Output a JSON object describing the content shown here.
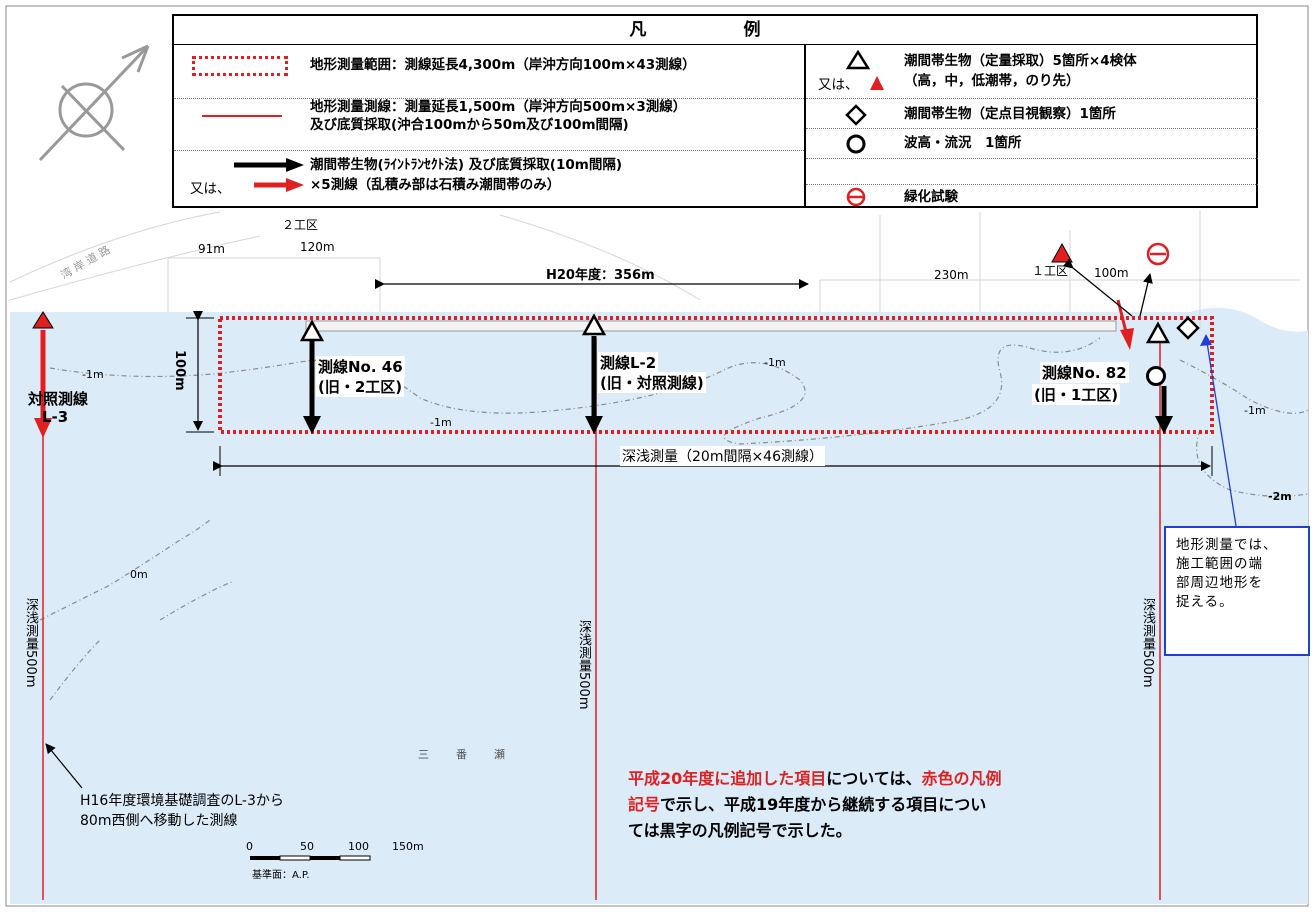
{
  "legend": {
    "title": "凡　例",
    "survey_area": "地形測量範囲：測線延長4,300m（岸沖方向100m×43測線）",
    "survey_line_1": "地形測量測線：測量延長1,500m（岸沖方向500m×3測線）",
    "survey_line_2": "及び底質採取(沖合100mから50m及び100m間隔)",
    "transect_1": "潮間帯生物(ﾗｲﾝﾄﾗﾝｾｸﾄ法) 及び底質採取(10m間隔)",
    "transect_or": "又は、",
    "transect_2": "×5測線（乱積み部は石積み潮間帯のみ）",
    "quant_1": "潮間帯生物（定量採取）5箇所×4検体",
    "quant_or": "又は、",
    "quant_2": "（高，中，低潮帯，のり先）",
    "fixed_point": "潮間帯生物（定点目視観察）1箇所",
    "wave": "波高・流況　1箇所",
    "greening": "緑化試験"
  },
  "map": {
    "zone2": "２工区",
    "zone1": "１工区",
    "dim_91": "91m",
    "dim_120": "120m",
    "dim_230": "230m",
    "dim_100": "100m",
    "h20": "H20年度：356m",
    "depth_100": "100m",
    "line_l3_1": "対照測線",
    "line_l3_2": "L-3",
    "line_46_1": "測線No. 46",
    "line_46_2": "(旧・2工区)",
    "line_l2_1": "測線L-2",
    "line_l2_2": "(旧・対照測線)",
    "line_82_1": "測線No. 82",
    "line_82_2": "(旧・1工区)",
    "contour_1a": "-1m",
    "contour_1b": "-1m",
    "contour_1c": "-1m",
    "contour_1d": "-1m",
    "contour_2": "-2m",
    "contour_0": "0m",
    "sounding": "深浅測量（20m間隔×46測線）",
    "v500_left": "深浅測量500m",
    "v500_mid": "深浅測量500m",
    "v500_right": "深浅測量500m",
    "lake": "三　番　瀬",
    "h16_1": "H16年度環境基礎調査のL-3から",
    "h16_2": "80m西側へ移動した測線",
    "scale_0": "0",
    "scale_50": "50",
    "scale_100": "100",
    "scale_150": "150m",
    "datum": "基準面：A.P.",
    "road": "湾 岸 道 路"
  },
  "note": {
    "l1": "地形測量では、",
    "l2": "施工範囲の端",
    "l3": "部周辺地形を",
    "l4": "捉える。"
  },
  "footnote": {
    "p1_red": "平成20年度に追加した項目",
    "p1_black": "については、",
    "p1_red2": "赤色の凡例",
    "p2_red": "記号",
    "p2_black": "で示し、平成19年度から継続する項目につい",
    "p3": "ては黒字の凡例記号で示した。"
  },
  "colors": {
    "sea": "#dcebf8",
    "red": "#e02020",
    "blue": "#1f3fd6",
    "black": "#000000"
  }
}
